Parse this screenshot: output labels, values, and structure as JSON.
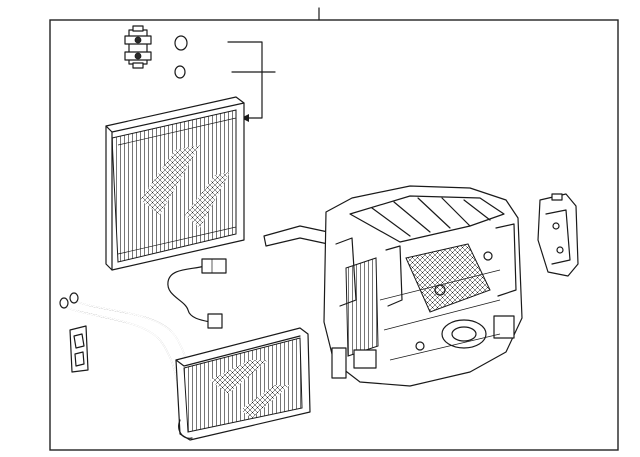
{
  "diagram": {
    "parts": [
      {
        "name": "expansion-valve"
      },
      {
        "name": "o-ring-upper"
      },
      {
        "name": "o-ring-lower"
      },
      {
        "name": "evaporator-core"
      },
      {
        "name": "temperature-sensor"
      },
      {
        "name": "heater-core-with-pipes"
      },
      {
        "name": "pipe-clamp"
      },
      {
        "name": "hvac-case-assembly"
      },
      {
        "name": "bracket"
      }
    ],
    "colors": {
      "line": "#1a1a1a",
      "background": "#ffffff",
      "frame": "#222222"
    }
  }
}
